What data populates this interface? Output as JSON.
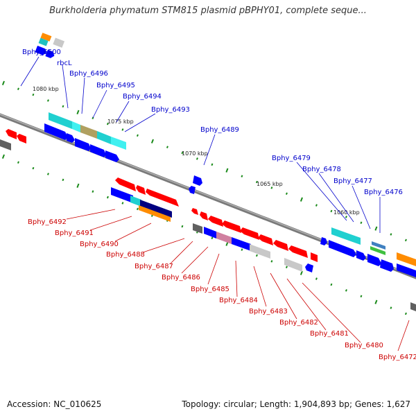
{
  "title": "Burkholderia phymatum STM815 plasmid pBPHY01, complete seque...",
  "footer": {
    "accession": "Accession: NC_010625",
    "summary": "Topology: circular; Length: 1,904,893 bp; Genes: 1,627"
  },
  "scale_labels": [
    "1080 kbp",
    "1075 kbp",
    "1070 kbp",
    "1065 kbp",
    "1060 kbp"
  ],
  "colors": {
    "forward_label": "#0000cc",
    "reverse_label": "#cc0000",
    "backbone": "#808080"
  },
  "forward_genes": [
    "Bphy_6500",
    "rbcL",
    "Bphy_6496",
    "Bphy_6495",
    "Bphy_6494",
    "Bphy_6493",
    "Bphy_6489",
    "Bphy_6479",
    "Bphy_6478",
    "Bphy_6477",
    "Bphy_6476"
  ],
  "reverse_genes": [
    "Bphy_6492",
    "Bphy_6491",
    "Bphy_6490",
    "Bphy_6488",
    "Bphy_6487",
    "Bphy_6486",
    "Bphy_6485",
    "Bphy_6484",
    "Bphy_6483",
    "Bphy_6482",
    "Bphy_6481",
    "Bphy_6480",
    "Bphy_6472"
  ]
}
